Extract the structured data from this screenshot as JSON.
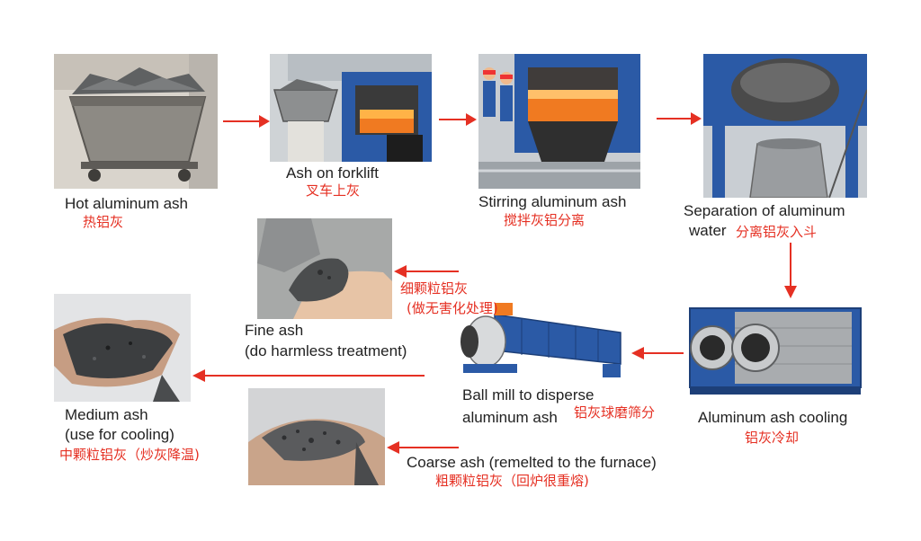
{
  "colors": {
    "arrow": "#e53023",
    "label_en": "#222222",
    "label_cn": "#e53023"
  },
  "steps": {
    "hot_ash": {
      "en": "Hot aluminum ash",
      "cn": "热铝灰"
    },
    "forklift": {
      "en": "Ash on forklift",
      "cn": "叉车上灰"
    },
    "stirring": {
      "en": "Stirring aluminum ash",
      "cn": "搅拌灰铝分离"
    },
    "separation": {
      "en_line1": "Separation of aluminum",
      "en_line2": "water",
      "cn": "分离铝灰入斗"
    },
    "cooling": {
      "en": "Aluminum ash cooling",
      "cn": "铝灰冷却"
    },
    "ball_mill": {
      "en_line1": "Ball mill to disperse",
      "en_line2": "aluminum ash",
      "cn": "铝灰球磨筛分"
    },
    "fine": {
      "en_line1": "Fine ash",
      "en_line2": "(do harmless treatment)",
      "cn_line1": "细颗粒铝灰",
      "cn_line2": "(做无害化处理)"
    },
    "medium": {
      "en_line1": "Medium ash",
      "en_line2": "(use for cooling)",
      "cn": "中颗粒铝灰（炒灰降温)"
    },
    "coarse": {
      "en": "Coarse ash   (remelted to the furnace)",
      "cn": "粗颗粒铝灰（回炉很重熔)"
    }
  },
  "photos": [
    "hot-ash-photo",
    "forklift-photo",
    "stirring-photo",
    "separation-photo",
    "cooling-photo",
    "ball-mill-photo",
    "fine-ash-photo",
    "medium-ash-photo",
    "coarse-ash-photo"
  ]
}
